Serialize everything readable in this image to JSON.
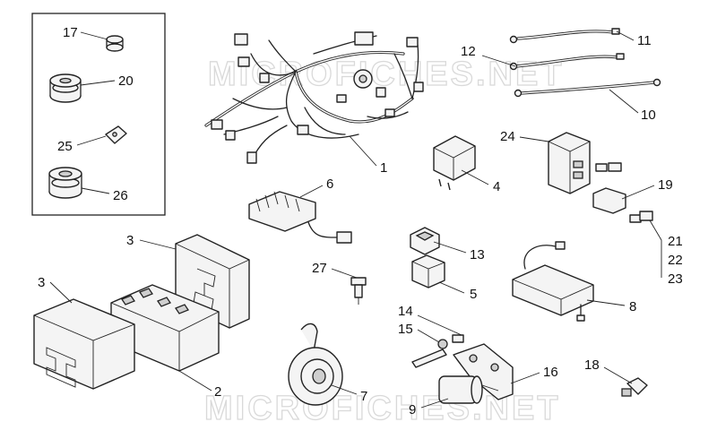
{
  "watermark": "MICROFICHES.NET",
  "callouts": {
    "c1": "1",
    "c2": "2",
    "c3a": "3",
    "c3b": "3",
    "c4": "4",
    "c5": "5",
    "c6": "6",
    "c7": "7",
    "c8": "8",
    "c9": "9",
    "c10": "10",
    "c11": "11",
    "c12": "12",
    "c13": "13",
    "c14": "14",
    "c15": "15",
    "c16": "16",
    "c17": "17",
    "c18": "18",
    "c19": "19",
    "c20": "20",
    "c21": "21",
    "c22": "22",
    "c23": "23",
    "c24": "24",
    "c25": "25",
    "c26": "26",
    "c27": "27"
  }
}
